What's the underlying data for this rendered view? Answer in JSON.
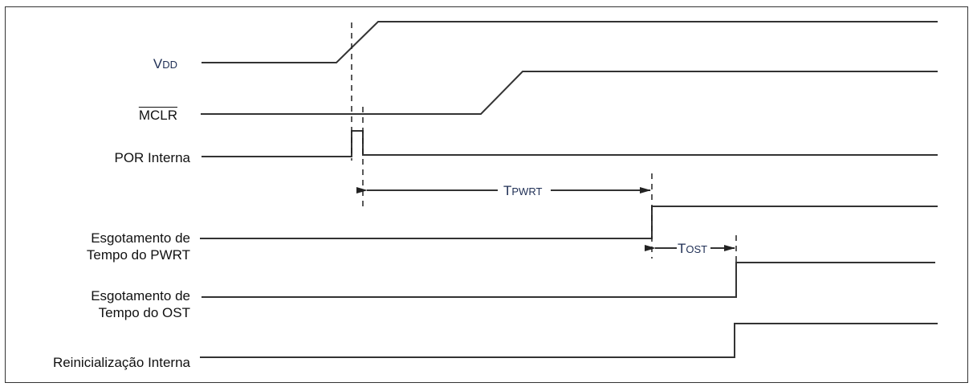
{
  "diagram": {
    "type": "timing-diagram",
    "colors": {
      "line": "#333333",
      "text": "#111111",
      "symbol": "#1f2f55"
    },
    "signals": [
      {
        "id": "vdd",
        "label_main": "V",
        "label_sub": "DD",
        "transition": "ramp-up",
        "order": 1
      },
      {
        "id": "mclr",
        "label": "MCLR",
        "active_low": true,
        "transition": "ramp-up",
        "order": 2
      },
      {
        "id": "por",
        "label": "POR Interna",
        "transition": "pulse",
        "order": 3
      },
      {
        "id": "pwrt",
        "label_line1": "Esgotamento de",
        "label_line2": "Tempo do PWRT",
        "transition": "step-up",
        "order": 4
      },
      {
        "id": "ost",
        "label_line1": "Esgotamento de",
        "label_line2": "Tempo do OST",
        "transition": "step-up",
        "order": 5
      },
      {
        "id": "reset",
        "label": "Reinicialização Interna",
        "transition": "step-up",
        "order": 6
      }
    ],
    "intervals": [
      {
        "id": "tpwrt",
        "label_main": "T",
        "label_sub": "PWRT",
        "from": "por-pulse-end",
        "to": "pwrt-step"
      },
      {
        "id": "tost",
        "label_main": "T",
        "label_sub": "OST",
        "from": "pwrt-step",
        "to": "ost-step"
      }
    ]
  }
}
